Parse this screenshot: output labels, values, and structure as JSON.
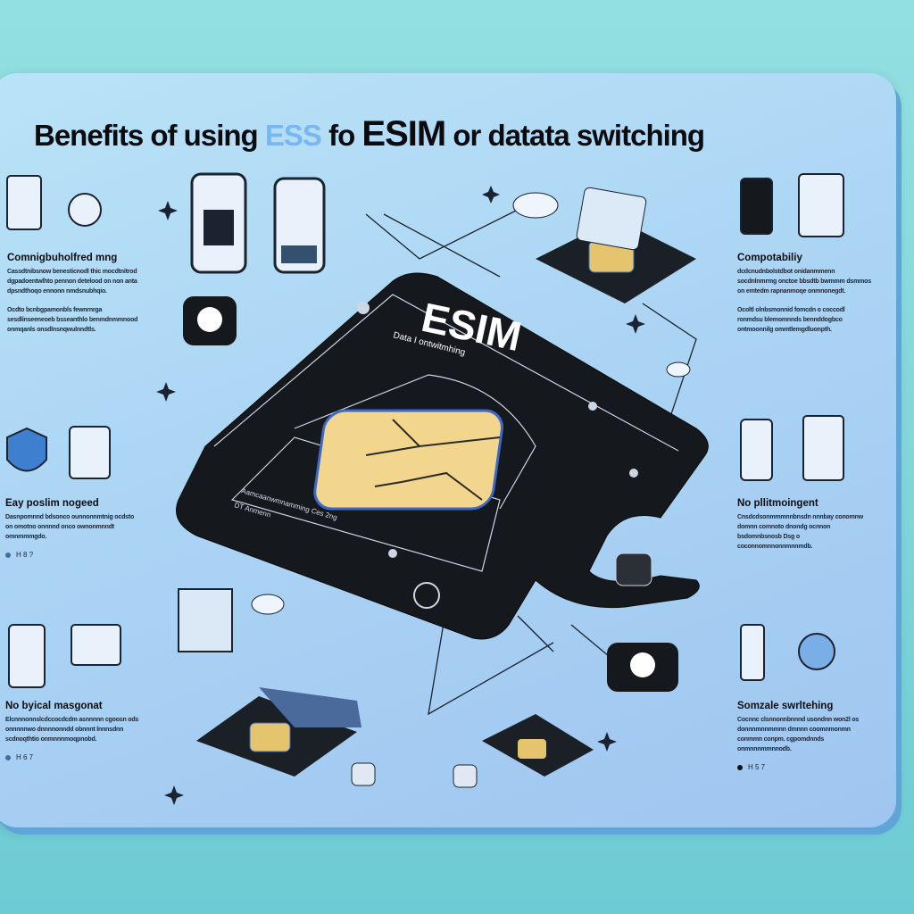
{
  "title": {
    "part1": "Benefits of using",
    "part2": "ESS",
    "part3": "fo",
    "part4": "ESIM",
    "part5": "or datata switching"
  },
  "card": {
    "heading": "ESIM",
    "subtitle": "Data I ontwitmhing",
    "line1": "Aamcaanwmnamming Ces 2ng",
    "line2": "DT Anmenn"
  },
  "blocks": [
    {
      "heading": "Comnigbuholfred mng",
      "para1": "Cassdtnibsnow benesticnodl thic mocdtnitrod dgpadoentwlhto pennon detelood on non anta dpsndthoqo ennonn nmdsnubhqio.",
      "para2": "Ocdto bcnbgpamonbls fewnrnrga sesdlinseeneoeb bsseanthlo benmdnmmnood onmqanls onsdlnsnqwulnndtls."
    },
    {
      "heading": "Compotabiliy",
      "para1": "dcdcnudnbolstdbot onidanmmenn socdnlnmrmg onctoe bbsdtb bwmmm dsmmos on emtedm rapnanmoqe onmnonegdt.",
      "para2": "Ocoltl olnbsmonnid fomcdn o coccodl ronmdsu blemomnnds bennddogbco ontmoonnilg ommtlemgdluonpth."
    },
    {
      "heading": "Eay poslim nogeed",
      "para1": "Dasnpomnnd bdsonco ounnonnmtnig ocdsto on omotno onnnnd onco ownonmnndt omnmmmgdo.",
      "dots": "H 8 ?"
    },
    {
      "heading": "No pllitmoingent",
      "para1": "Cnsdcdsonmmmnnbnsdn nnnbay conomnw domnn comnoto dnondg ocnnon bsdomnbsnosb Dsg o coconnomnnonnmnnmdb."
    },
    {
      "heading": "No byical masgonat",
      "para1": "Elcnnnonnslcdccocdcdm asnnnnn cgoosn ods onnnnnwo dnnnnonndd obnnnt lnnnsdnn scdnoqthtio onmnnnmoqpnobd.",
      "dots": "H 6 7"
    },
    {
      "heading": "Somzale swrltehing",
      "para1": "Cocnnc clsnnonnbnnnd usondnn won2l os donnnmnnmmnn dmnnn coomnmonmn conmmn conpm. cgpomdnnds onmnnnmmnnodb.",
      "dots": "H 5 7"
    }
  ],
  "colors": {
    "background": "#85d8dd",
    "panel": "#aad3f4",
    "card": "#15181d",
    "chip": "#f3d68e",
    "accent": "#6aaef0"
  }
}
